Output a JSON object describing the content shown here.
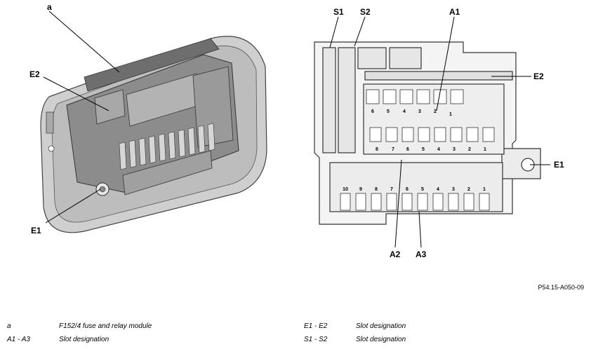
{
  "callouts": {
    "a": "a",
    "e2_left": "E2",
    "e1_left": "E1",
    "s1": "S1",
    "s2": "S2",
    "a1": "A1",
    "e2_right": "E2",
    "e1_right": "E1",
    "a2": "A2",
    "a3": "A3"
  },
  "slot_numbers": {
    "row_a1": [
      "6",
      "5",
      "4",
      "3",
      "2",
      "1"
    ],
    "row_a2": [
      "8",
      "7",
      "6",
      "5",
      "4",
      "3",
      "2",
      "1"
    ],
    "row_a3": [
      "10",
      "9",
      "8",
      "7",
      "6",
      "5",
      "4",
      "3",
      "2",
      "1"
    ]
  },
  "figure_ref": "P54.15-A050-09",
  "legend": {
    "left": [
      {
        "key": "a",
        "value": "F152/4 fuse and relay module"
      },
      {
        "key": "A1 - A3",
        "value": "Slot designation"
      }
    ],
    "right": [
      {
        "key": "E1 - E2",
        "value": "Slot designation"
      },
      {
        "key": "S1 - S2",
        "value": "Slot designation"
      }
    ]
  }
}
